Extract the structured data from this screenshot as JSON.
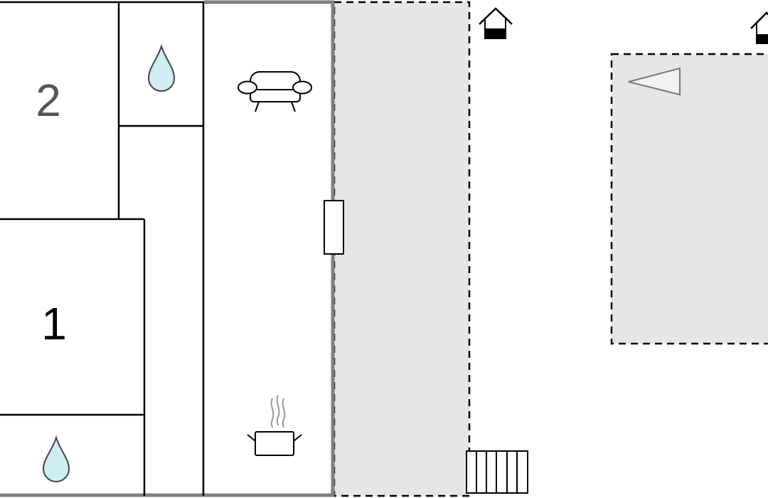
{
  "plan": {
    "rooms": [
      {
        "id": "bedroom-2",
        "number": "2"
      },
      {
        "id": "bedroom-1",
        "number": "1"
      }
    ],
    "fixtures": {
      "bathroom_top": "water-drop-icon",
      "bathroom_bottom": "water-drop-icon",
      "living": "sofa-icon",
      "kitchen": "cooking-pot-icon",
      "entrance": "door-icon",
      "stairs": "stairs-icon",
      "outdoor_area": "triangle-marker-icon",
      "house_markers": [
        "house-icon",
        "house-icon"
      ]
    },
    "colors": {
      "wall": "#000000",
      "outer_wall": "#808080",
      "terrace_fill": "#e6e6e6",
      "water": "#cfeef5",
      "room_number": "#555555"
    }
  }
}
